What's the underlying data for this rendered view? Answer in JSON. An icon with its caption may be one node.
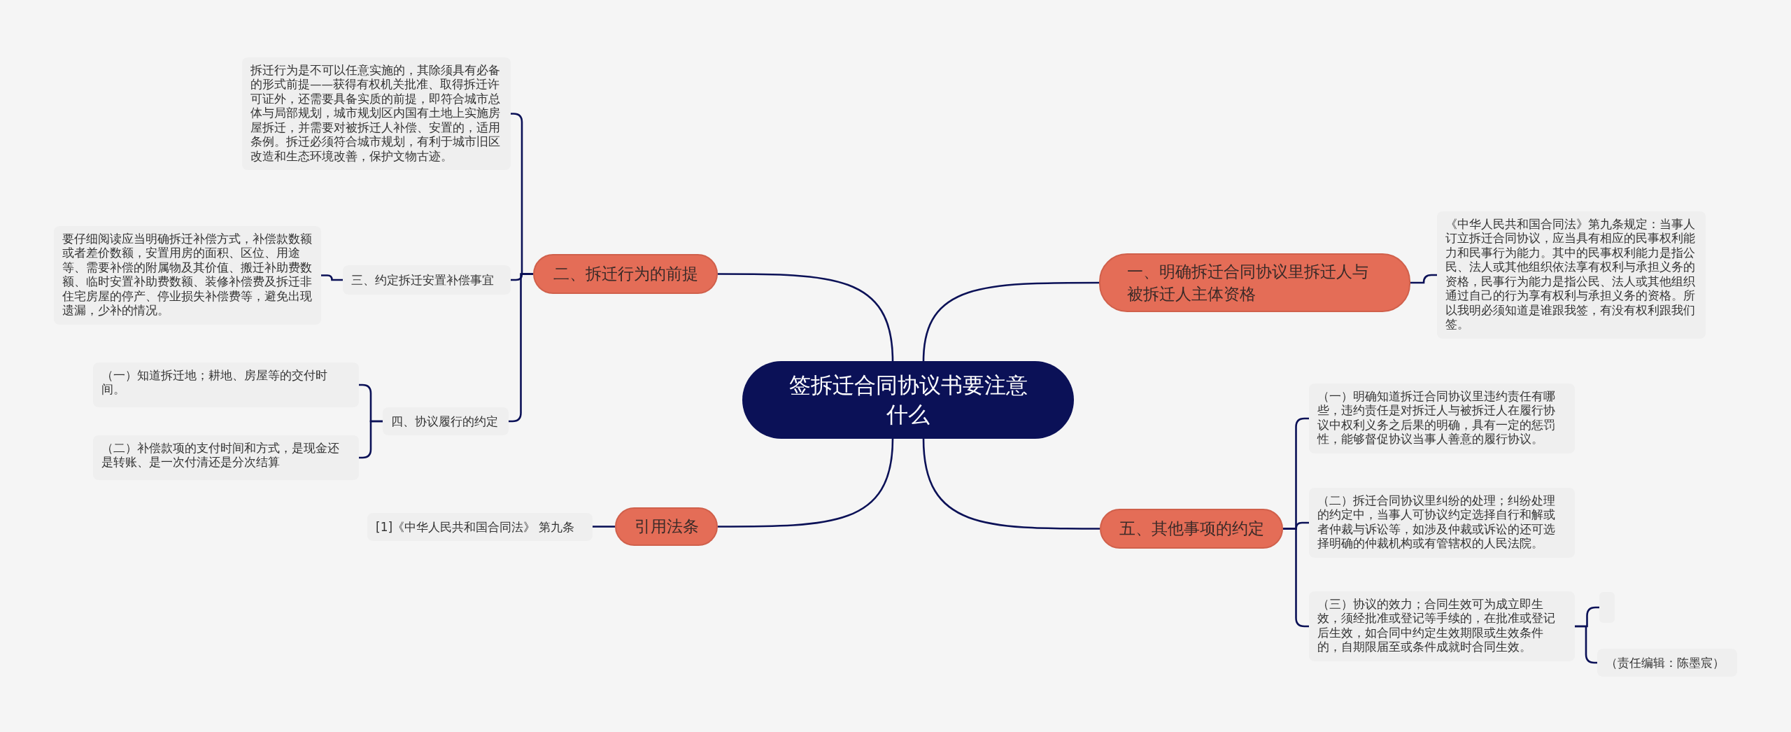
{
  "diagram": {
    "nodes": [
      {
        "text": [
          "签拆迁合同协议书要注意什么"
        ]
      },
      {
        "text": [
          "一、明确拆迁合同协议里拆迁人与被拆迁人主体资格"
        ]
      },
      {
        "text": [
          "《中华人民共和国合同法》第九条规定：当事人订立拆迁合同协议，应当具有相应的民事权利能力和民事行为能力。其中的民事权利能力是指公民、法人或其他组织依法享有权利与承担义务的资格，民事行为能力是指公民、法人或其他组织通过自己的行为享有权利与承担义务的资格。所以我明必须知道是谁跟我签，有没有权利跟我们签。"
        ]
      },
      {
        "text": [
          "二、拆迁行为的前提"
        ]
      },
      {
        "text": [
          "拆迁行为是不可以任意实施的，其除须具有必备的形式前提——获得有权机关批准、取得拆迁许可证外，还需要具备实质的前提，即符合城市总体与局部规划，城市规划区内国有土地上实施房屋拆迁，并需要对被拆迁人补偿、安置的，适用条例。拆迁必须符合城市规划，有利于城市旧区改造和生态环境改善，保护文物古迹。"
        ]
      },
      {
        "text": [
          "三、约定拆迁安置补偿事宜"
        ]
      },
      {
        "text": [
          "要仔细阅读应当明确拆迁补偿方式，补偿款数额或者差价数额，安置用房的面积、区位、用途等、需要补偿的附属物及其价值、搬迁补助费数额、临时安置补助费数额、装修补偿费及拆迁非住宅房屋的停产、停业损失补偿费等，避免出现遗漏，少补的情况。"
        ]
      },
      {
        "text": [
          "四、协议履行的约定"
        ]
      },
      {
        "text": [
          "（一）知道拆迁地；耕地、房屋等的交付时间。"
        ]
      },
      {
        "text": [
          "（二）补偿款项的支付时间和方式，是现金还是转账、是一次付清还是分次结算"
        ]
      },
      {
        "text": [
          "引用法条"
        ]
      },
      {
        "text": [
          "[1]《中华人民共和国合同法》 第九条"
        ]
      },
      {
        "text": [
          "五、其他事项的约定"
        ]
      },
      {
        "text": [
          "（一）明确知道拆迁合同协议里违约责任有哪些，违约责任是对拆迁人与被拆迁人在履行协议中权利义务之后果的明确，具有一定的惩罚性，能够督促协议当事人善意的履行协议。"
        ]
      },
      {
        "text": [
          "（二）拆迁合同协议里纠纷的处理；纠纷处理的约定中，当事人可协议约定选择自行和解或者仲裁与诉讼等，如涉及仲裁或诉讼的还可选择明确的仲裁机构或有管辖权的人民法院。"
        ]
      },
      {
        "text": [
          "（三）协议的效力；合同生效可为成立即生效，须经批准或登记等手续的，在批准或登记后生效，如合同中约定生效期限或生效条件的，自期限届至或条件成就时合同生效。"
        ]
      },
      {
        "text": [],
        "shape": "box"
      },
      {
        "text": [
          "（责任编辑：陈墨宸）"
        ]
      }
    ],
    "edges": [
      {
        "from": 0,
        "to": 1,
        "arrow": "none"
      },
      {
        "from": 0,
        "to": 3,
        "arrow": "none"
      },
      {
        "from": 0,
        "to": 10,
        "arrow": "none"
      },
      {
        "from": 0,
        "to": 12,
        "arrow": "none"
      },
      {
        "from": 1,
        "to": 2,
        "arrow": "none"
      },
      {
        "from": 3,
        "to": 4,
        "arrow": "none"
      },
      {
        "from": 3,
        "to": 5,
        "arrow": "none"
      },
      {
        "from": 3,
        "to": 7,
        "arrow": "none"
      },
      {
        "from": 5,
        "to": 6,
        "arrow": "none"
      },
      {
        "from": 7,
        "to": 8,
        "arrow": "none"
      },
      {
        "from": 7,
        "to": 9,
        "arrow": "none"
      },
      {
        "from": 10,
        "to": 11,
        "arrow": "none"
      },
      {
        "from": 12,
        "to": 13,
        "arrow": "none"
      },
      {
        "from": 12,
        "to": 14,
        "arrow": "none"
      },
      {
        "from": 12,
        "to": 15,
        "arrow": "none"
      },
      {
        "from": 15,
        "to": 16,
        "arrow": "none"
      },
      {
        "from": 15,
        "to": 17,
        "arrow": "none"
      }
    ]
  }
}
